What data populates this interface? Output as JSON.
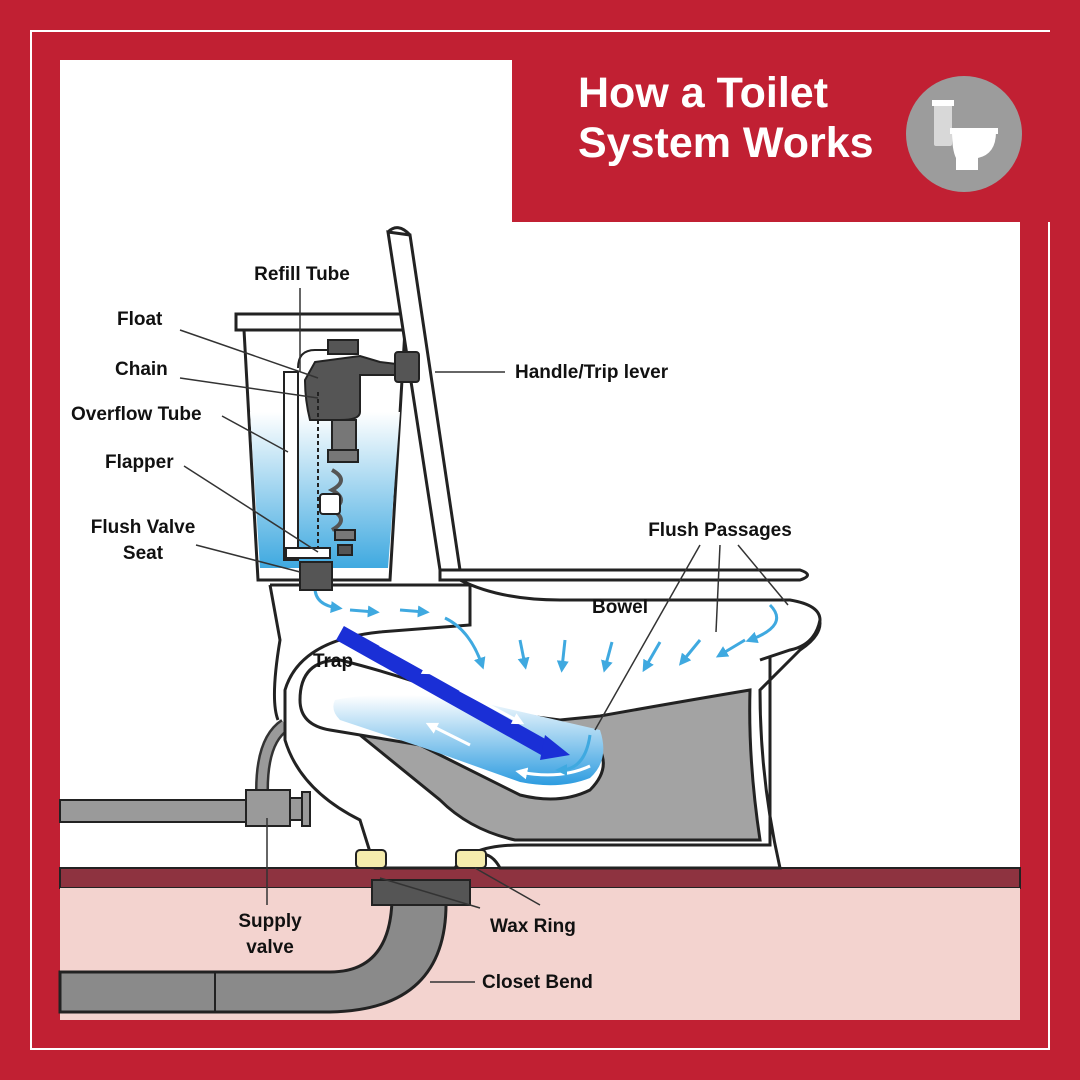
{
  "title": {
    "line1": "How a Toilet",
    "line2": "System Works"
  },
  "icon": "toilet-icon",
  "colors": {
    "frame": "#c12033",
    "water": "#3fa9e0",
    "flow_dark": "#1a2fd6",
    "floor": "#8e3340",
    "subfloor": "#f3d3cf",
    "porcelain": "#ffffff",
    "waste": "#8a8a8a"
  },
  "labels": {
    "refill_tube": "Refill Tube",
    "float": "Float",
    "chain": "Chain",
    "overflow_tube": "Overflow Tube",
    "flapper": "Flapper",
    "flush_valve_seat_1": "Flush Valve",
    "flush_valve_seat_2": "Seat",
    "handle": "Handle/Trip lever",
    "flush_passages": "Flush Passages",
    "bowel": "Bowel",
    "trap": "Trap",
    "supply_valve_1": "Supply",
    "supply_valve_2": "valve",
    "wax_ring": "Wax Ring",
    "closet_bend": "Closet Bend"
  }
}
